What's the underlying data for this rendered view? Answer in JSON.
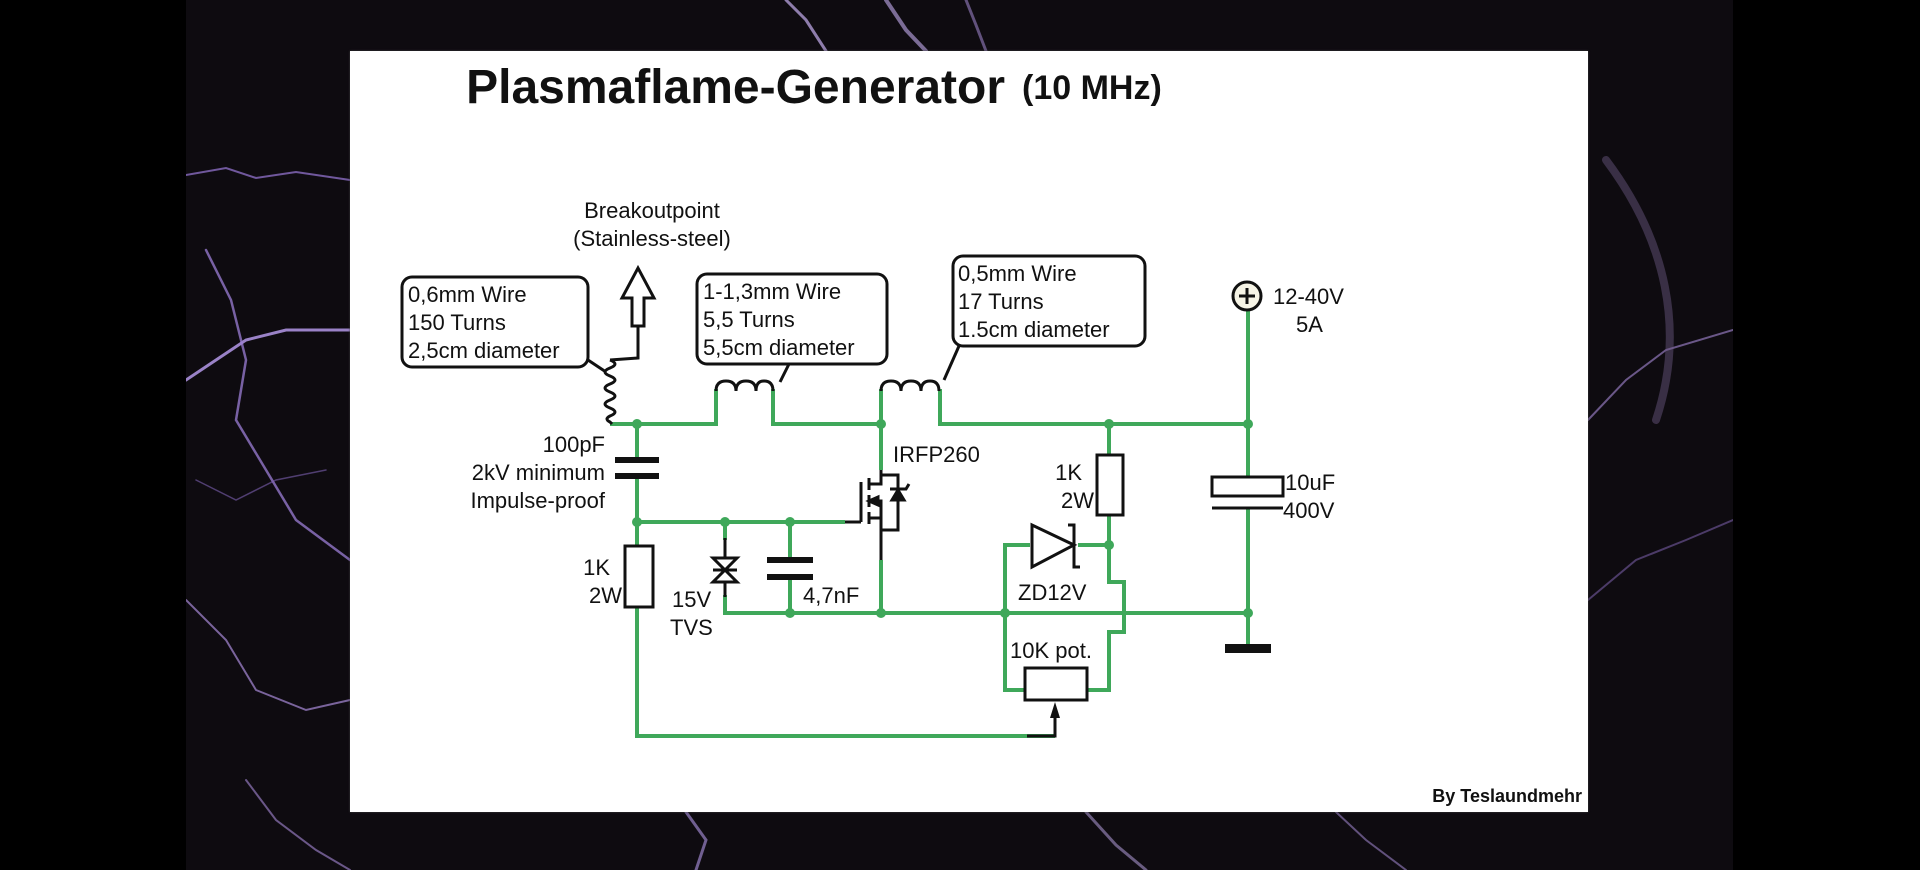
{
  "title": "Plasmaflame-Generator",
  "frequency": "(10 MHz)",
  "credit": "By Teslaundmehr",
  "colors": {
    "wire": "#3fa85a",
    "panel": "#ffffff",
    "background": "#0e0b10",
    "lightning": "#a88ad8"
  },
  "breakout": {
    "line1": "Breakoutpoint",
    "line2": "(Stainless-steel)"
  },
  "coils": [
    {
      "label_lines": [
        "0,6mm Wire",
        "150 Turns",
        "2,5cm diameter"
      ]
    },
    {
      "label_lines": [
        "1-1,3mm Wire",
        "5,5 Turns",
        "5,5cm diameter"
      ]
    },
    {
      "label_lines": [
        "0,5mm Wire",
        "17 Turns",
        "1.5cm diameter"
      ]
    }
  ],
  "components": {
    "cap_hv": [
      "100pF",
      "2kV minimum",
      "Impulse-proof"
    ],
    "mosfet": "IRFP260",
    "resistor_gate": [
      "1K",
      "2W"
    ],
    "resistor_zener": [
      "1K",
      "2W"
    ],
    "tvs": [
      "15V",
      "TVS"
    ],
    "cap_gate": "4,7nF",
    "zener": "ZD12V",
    "pot": "10K pot.",
    "cap_bulk": [
      "10uF",
      "400V"
    ],
    "supply": [
      "12-40V",
      "5A"
    ]
  }
}
